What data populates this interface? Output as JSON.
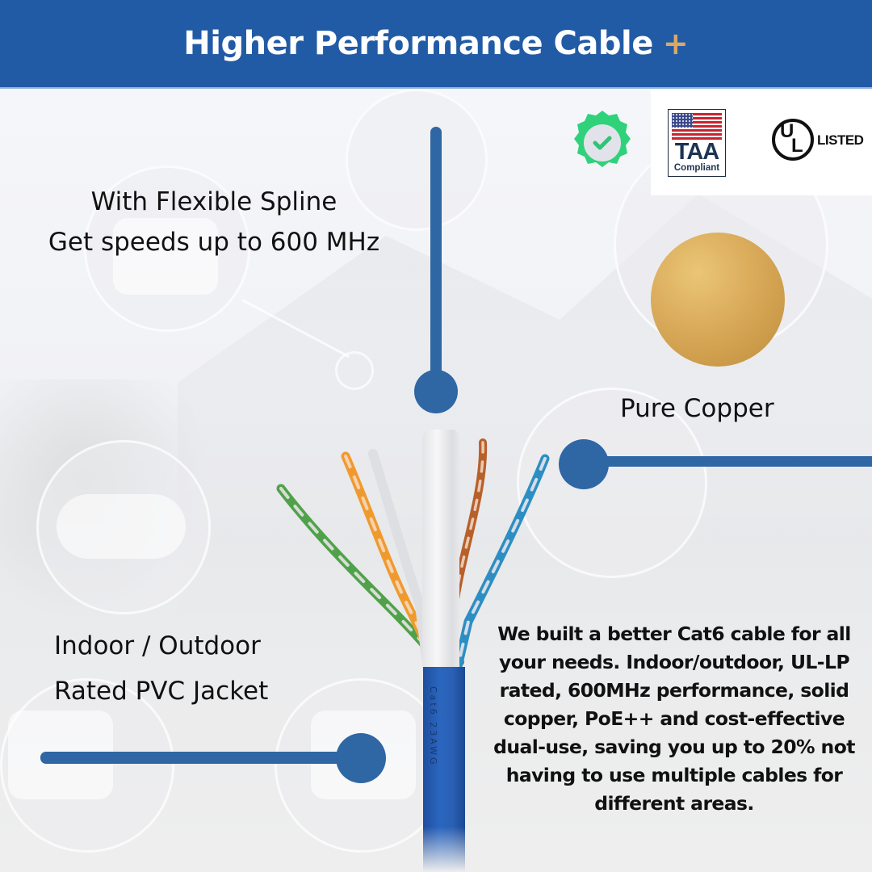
{
  "header": {
    "title": "Higher Performance Cable",
    "accent_symbol": "+",
    "background_color": "#215ba6",
    "accent_color": "#d9a868"
  },
  "badges": [
    {
      "name": "certified-check-badge",
      "icon": "green scalloped seal with checkmark",
      "color": "#2ecc71"
    },
    {
      "name": "taa-compliant",
      "title": "TAA",
      "subtitle": "Compliant",
      "icon": "us-flag"
    },
    {
      "name": "ul-listed",
      "mark_u": "U",
      "mark_l": "L",
      "text": "LISTED"
    }
  ],
  "callouts": {
    "spline": {
      "line1": "With Flexible Spline",
      "line2": "Get speeds up to 600 MHz"
    },
    "copper": {
      "label": "Pure Copper"
    },
    "jacket": {
      "line1": "Indoor / Outdoor",
      "line2": "Rated PVC Jacket"
    }
  },
  "cable": {
    "pairs": [
      "green",
      "orange",
      "white",
      "brown",
      "blue"
    ],
    "jacket_color": "#2a60b4",
    "jacket_print": "Cat6 23AWG"
  },
  "description": "We built a better Cat6 cable for all your needs. Indoor/outdoor, UL-LP rated, 600MHz performance, solid copper, PoE++ and cost-effective dual-use, saving you up to 20% not having to use multiple cables for different areas.",
  "colors": {
    "callout_blue": "#2f66a4",
    "copper": "#d9aa5a"
  }
}
